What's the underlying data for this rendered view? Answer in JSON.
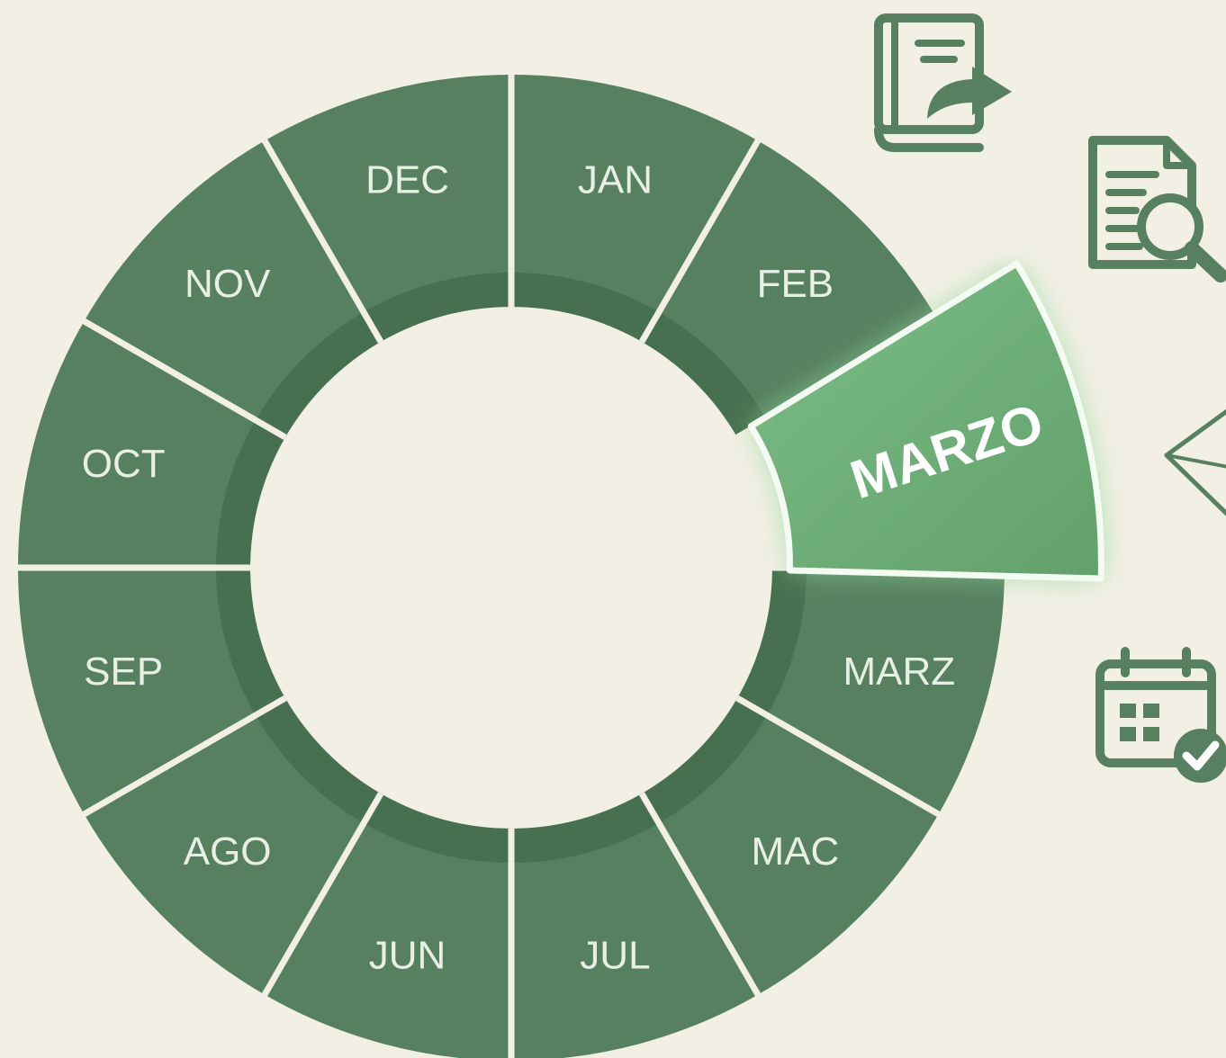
{
  "wheel": {
    "segments": [
      {
        "label": "JAN"
      },
      {
        "label": "FEB"
      },
      {
        "label": "MARZ"
      },
      {
        "label": "MAC"
      },
      {
        "label": "JUL"
      },
      {
        "label": "JUN"
      },
      {
        "label": "AGO"
      },
      {
        "label": "SEP"
      },
      {
        "label": "OCT"
      },
      {
        "label": "NOV"
      },
      {
        "label": "DEC"
      }
    ],
    "highlight": {
      "label": "MARZO"
    }
  },
  "icons": [
    {
      "name": "book-share-icon"
    },
    {
      "name": "document-search-icon"
    },
    {
      "name": "paper-plane-icon"
    },
    {
      "name": "calendar-check-icon"
    }
  ],
  "colors": {
    "background": "#f2efe5",
    "segment": "#578060",
    "inner_ring": "#477050",
    "divider": "#f2efe5",
    "highlight": "#6fae79",
    "highlight_glow": "#8fd79a",
    "icon": "#578060",
    "segment_text": "#e8f0e6",
    "highlight_text": "#ffffff"
  }
}
